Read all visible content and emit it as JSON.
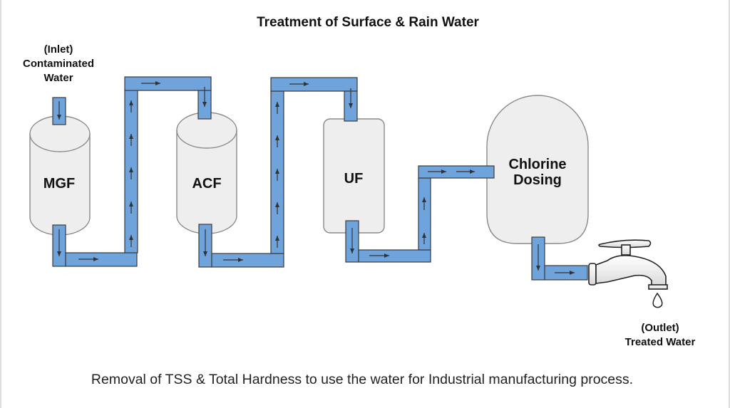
{
  "title": "Treatment of Surface & Rain Water",
  "inlet": {
    "line1": "(Inlet)",
    "line2": "Contaminated",
    "line3": "Water"
  },
  "units": {
    "mgf": "MGF",
    "acf": "ACF",
    "uf": "UF",
    "chlorine_line1": "Chlorine",
    "chlorine_line2": "Dosing"
  },
  "outlet": {
    "line1": "(Outlet)",
    "line2": "Treated Water"
  },
  "caption": "Removal of TSS & Total Hardness to use the water for Industrial manufacturing process.",
  "icons": {
    "flow": "arrow-icon",
    "tap": "faucet-icon",
    "drop": "water-drop-icon"
  },
  "colors": {
    "pipe": "#6fa3dc",
    "vessel": "#eeeeee",
    "vessel_border": "#8a8a8a",
    "arrow": "#333333"
  }
}
